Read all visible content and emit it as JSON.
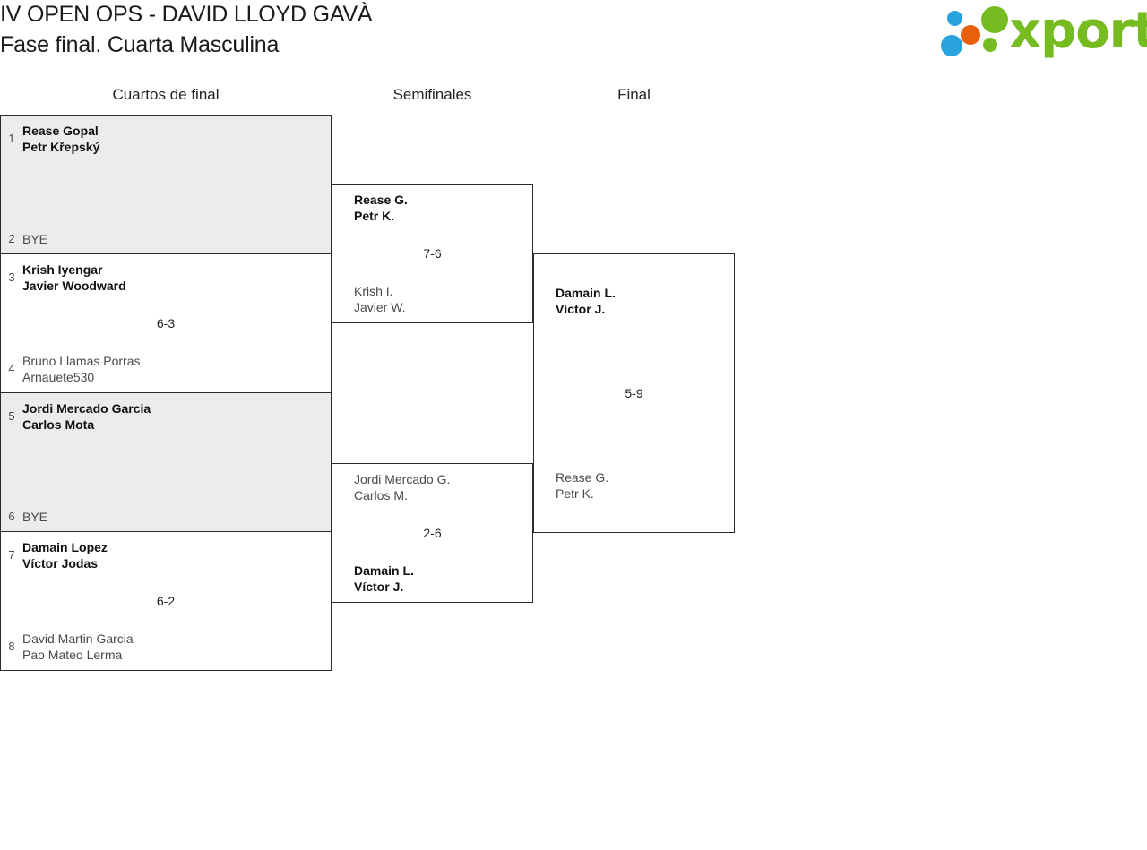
{
  "header": {
    "title_line1": "IV OPEN OPS - DAVID LLOYD GAVÀ",
    "title_line2": "Fase final. Cuarta Masculina",
    "logo_text": "xporty",
    "logo_colors": {
      "blue": "#29a3dc",
      "orange": "#e8600d",
      "green": "#76bc21"
    }
  },
  "rounds": [
    {
      "label": "Cuartos de final"
    },
    {
      "label": "Semifinales"
    },
    {
      "label": "Final"
    }
  ],
  "bracket": {
    "quarterfinals": [
      {
        "shaded": true,
        "score": "",
        "top": {
          "seed": "1",
          "player1": "Rease Gopal",
          "player2": "Petr Křepský",
          "winner": true
        },
        "bottom": {
          "seed": "2",
          "player1": "BYE",
          "player2": "",
          "winner": false,
          "bye": true
        }
      },
      {
        "shaded": false,
        "score": "6-3",
        "top": {
          "seed": "3",
          "player1": "Krish Iyengar",
          "player2": "Javier Woodward",
          "winner": true
        },
        "bottom": {
          "seed": "4",
          "player1": "Bruno Llamas Porras",
          "player2": "Arnauete530",
          "winner": false
        }
      },
      {
        "shaded": true,
        "score": "",
        "top": {
          "seed": "5",
          "player1": "Jordi Mercado Garcia",
          "player2": "Carlos Mota",
          "winner": true
        },
        "bottom": {
          "seed": "6",
          "player1": "BYE",
          "player2": "",
          "winner": false,
          "bye": true
        }
      },
      {
        "shaded": false,
        "score": "6-2",
        "top": {
          "seed": "7",
          "player1": "Damain Lopez",
          "player2": "Víctor Jodas",
          "winner": true
        },
        "bottom": {
          "seed": "8",
          "player1": "David Martin Garcia",
          "player2": "Pao Mateo Lerma",
          "winner": false
        }
      }
    ],
    "semifinals": [
      {
        "score": "7-6",
        "top": {
          "player1": "Rease G.",
          "player2": "Petr K.",
          "winner": true
        },
        "bottom": {
          "player1": "Krish I.",
          "player2": "Javier W.",
          "winner": false
        }
      },
      {
        "score": "2-6",
        "top": {
          "player1": "Jordi Mercado G.",
          "player2": "Carlos M.",
          "winner": false
        },
        "bottom": {
          "player1": "Damain L.",
          "player2": "Víctor J.",
          "winner": true
        }
      }
    ],
    "final": {
      "score": "5-9",
      "top": {
        "player1": "Rease G.",
        "player2": "Petr K.",
        "winner": false
      },
      "bottom": {
        "player1": "Damain L.",
        "player2": "Víctor J.",
        "winner": true
      }
    }
  }
}
